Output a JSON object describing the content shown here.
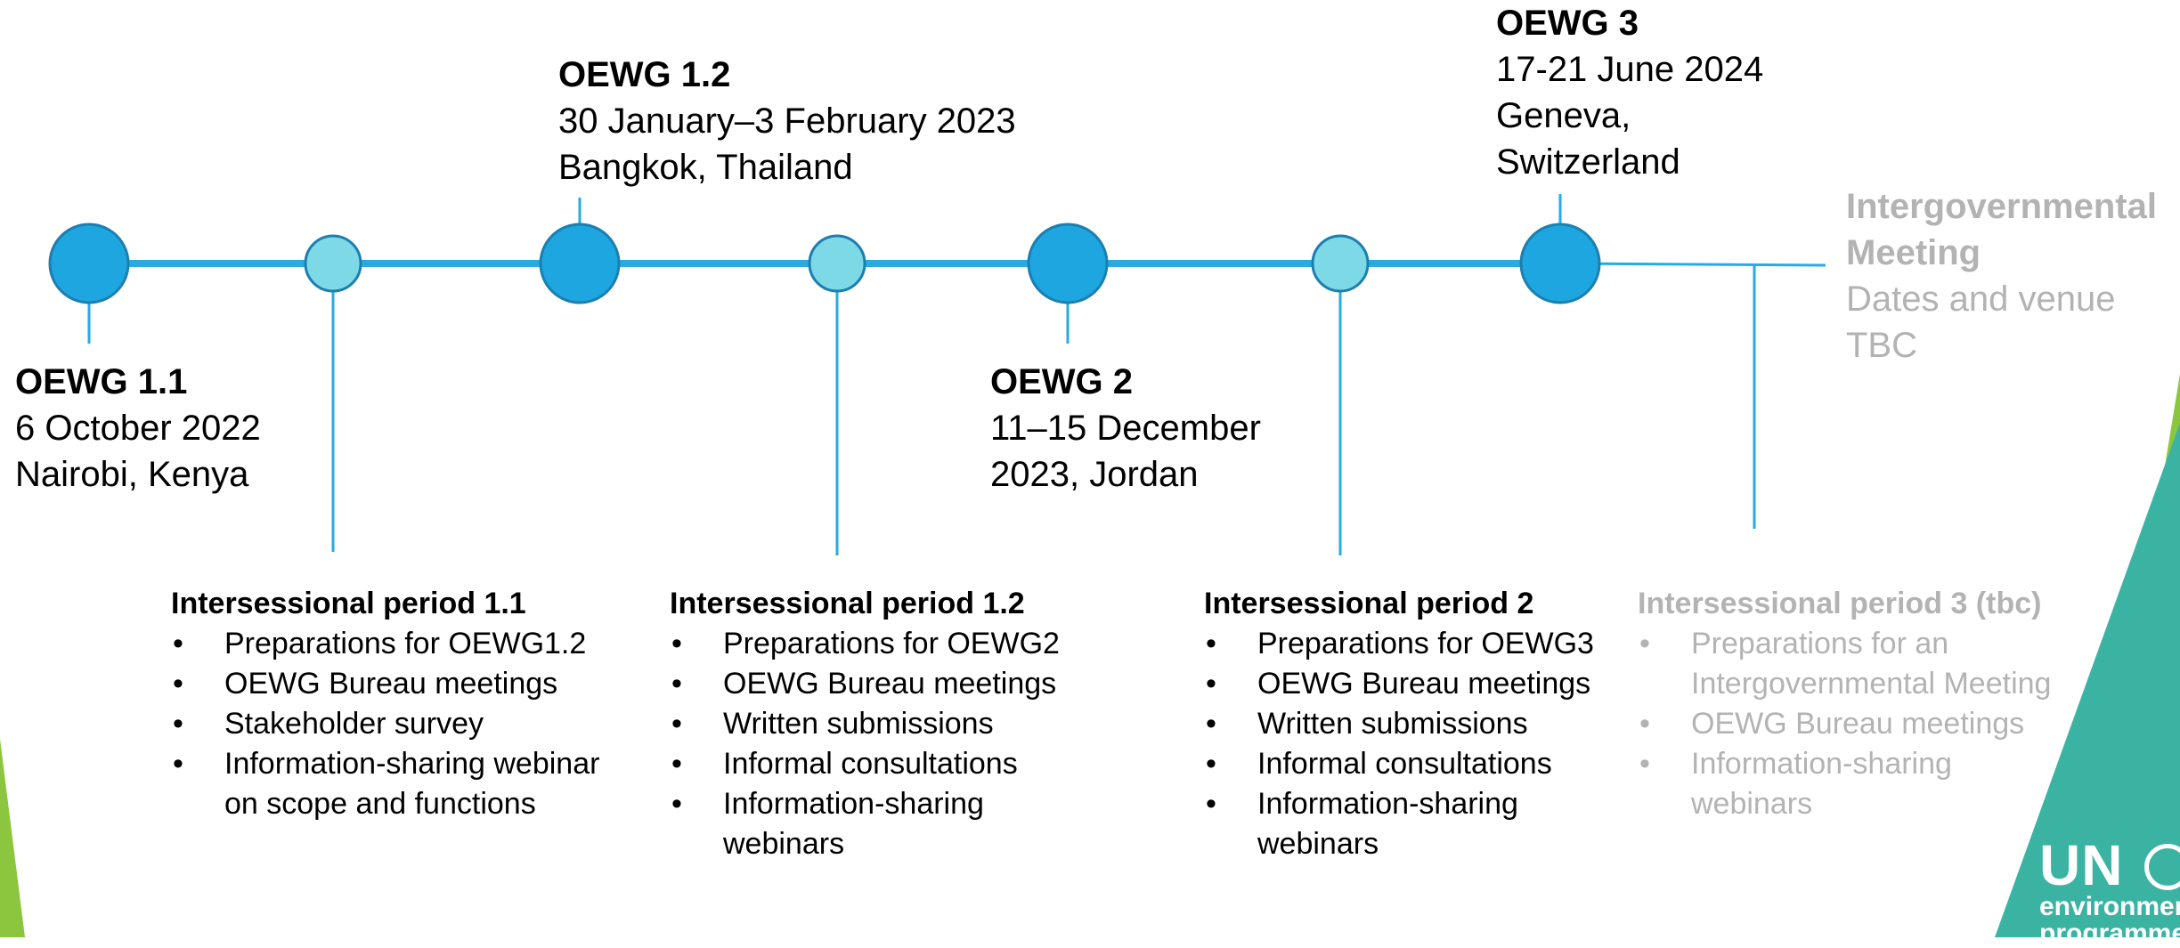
{
  "meetings": [
    {
      "id": "oewg-1-1",
      "title": "OEWG 1.1",
      "lines": [
        "6 October 2022",
        "Nairobi, Kenya"
      ]
    },
    {
      "id": "oewg-1-2",
      "title": "OEWG 1.2",
      "lines": [
        "30 January–3 February 2023",
        "Bangkok, Thailand"
      ]
    },
    {
      "id": "oewg-2",
      "title": "OEWG 2",
      "lines": [
        "11–15 December",
        "2023, Jordan"
      ]
    },
    {
      "id": "oewg-3",
      "title": "OEWG 3",
      "lines": [
        "17-21 June 2024",
        "Geneva,",
        "Switzerland"
      ]
    },
    {
      "id": "intergovernmental-meeting",
      "title": "Intergovernmental",
      "title2": "Meeting",
      "lines": [
        "Dates and venue",
        "TBC"
      ]
    }
  ],
  "periods": [
    {
      "id": "period-1-1",
      "title": "Intersessional period 1.1",
      "items": [
        "Preparations for OEWG1.2",
        "OEWG Bureau meetings",
        "Stakeholder survey",
        "Information-sharing webinar on scope and functions"
      ]
    },
    {
      "id": "period-1-2",
      "title": "Intersessional period 1.2",
      "items": [
        "Preparations for OEWG2",
        "OEWG Bureau meetings",
        "Written submissions",
        "Informal consultations",
        "Information-sharing webinars"
      ]
    },
    {
      "id": "period-2",
      "title": "Intersessional period 2",
      "items": [
        "Preparations for OEWG3",
        "OEWG Bureau meetings",
        "Written submissions",
        "Informal consultations",
        "Information-sharing webinars"
      ]
    },
    {
      "id": "period-3",
      "title": "Intersessional period 3 (tbc)",
      "items": [
        "Preparations for an Intergovernmental Meeting",
        "OEWG Bureau meetings",
        "Information-sharing webinars"
      ]
    }
  ],
  "logo": {
    "mark": "UN",
    "text": "environment",
    "text2": "programme"
  },
  "colors": {
    "timeline": "#29aae1",
    "meeting_node": "#1ea6e0",
    "meeting_node_border": "#1b7fb0",
    "period_node": "#7dd9e6",
    "future_text": "#b3b3b3",
    "accent_green": "#8cc63f",
    "accent_teal": "#3bb3a3"
  }
}
